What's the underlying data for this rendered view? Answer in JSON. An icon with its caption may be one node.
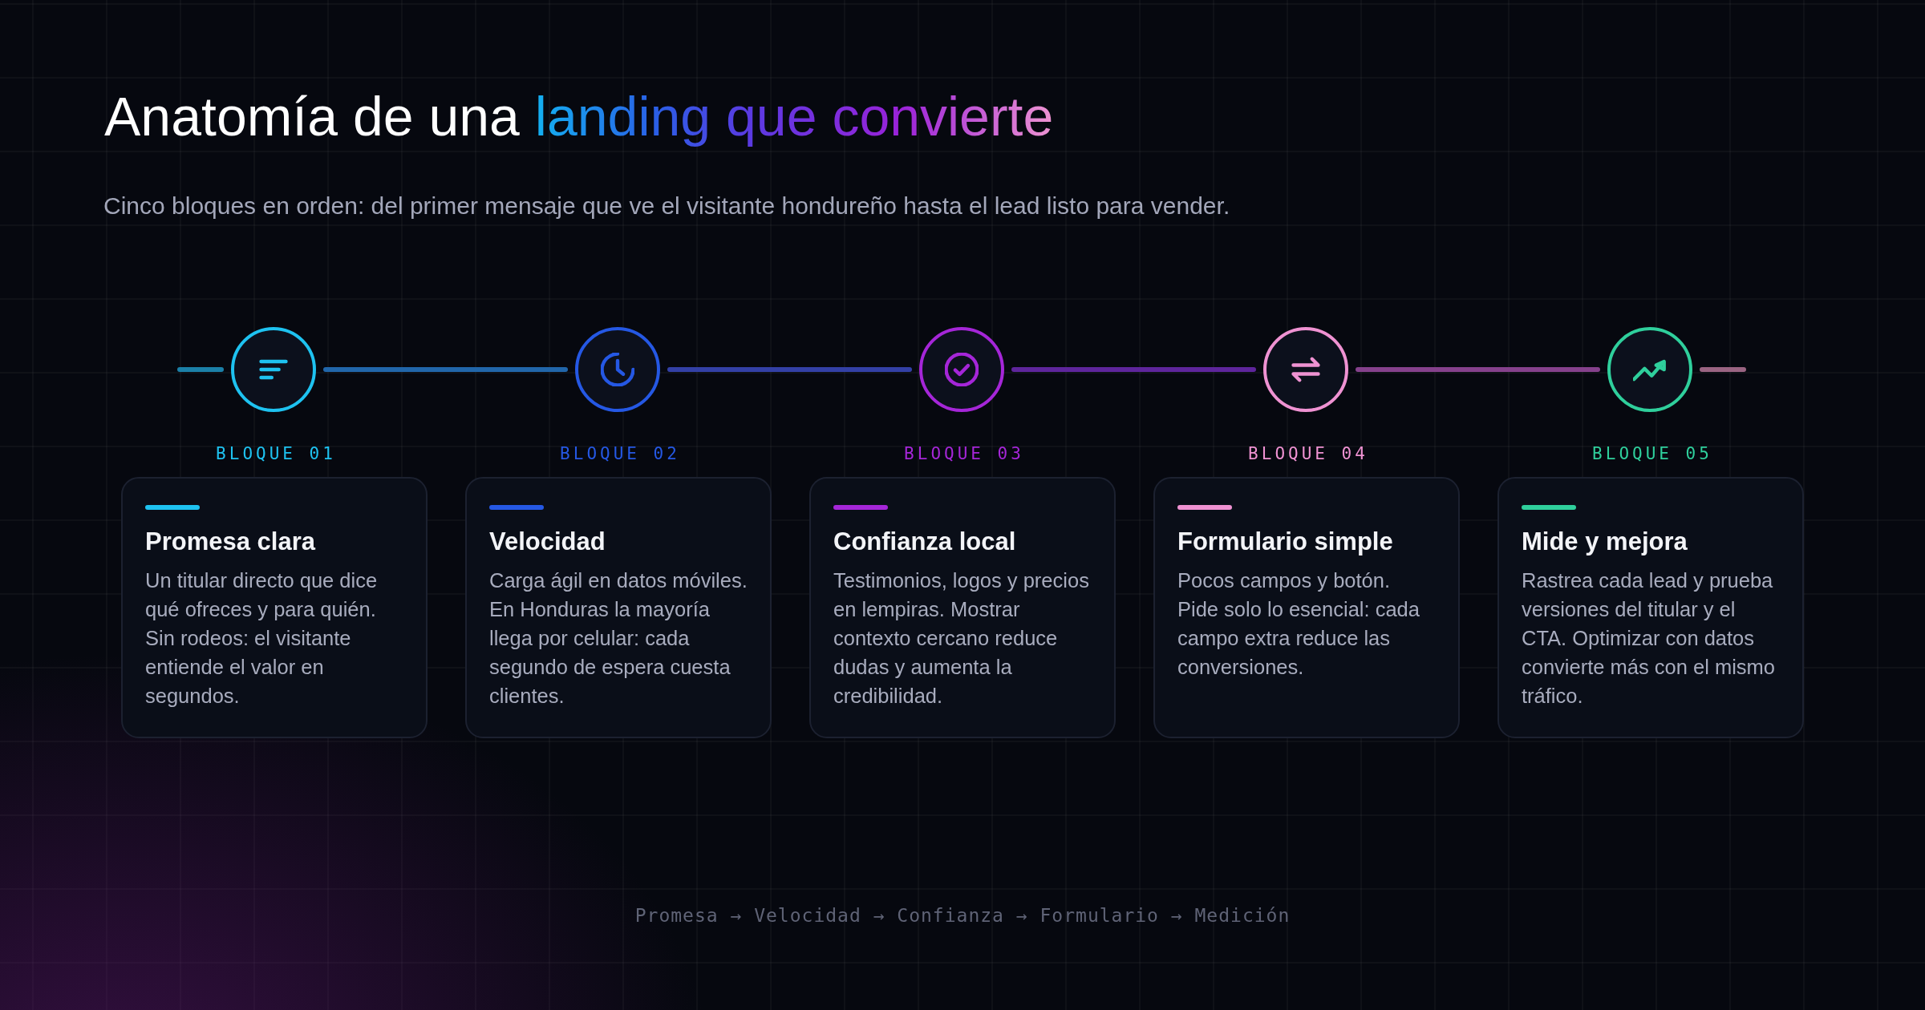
{
  "diagram": {
    "title": "Anatomía de una landing que convierte",
    "nodes": [
      {
        "text": [],
        "shape": "circle"
      },
      {
        "text": [],
        "shape": "circle"
      },
      {
        "text": [],
        "shape": "circle"
      },
      {
        "text": [],
        "shape": "circle"
      },
      {
        "text": [],
        "shape": "circle"
      },
      {
        "text": [
          "Promesa clara",
          "Un titular directo que dice qué ofreces y para quién. Sin rodeos: el visitante entiende el valor en segundos."
        ],
        "beside": [
          "BLOQUE 01"
        ]
      },
      {
        "text": [
          "Velocidad",
          "Carga ágil en datos móviles. En Honduras la mayoría llega por celular: cada segundo de espera cuesta clientes."
        ],
        "beside": [
          "BLOQUE 02"
        ]
      },
      {
        "text": [
          "Confianza local",
          "Testimonios, logos y precios en lempiras. Mostrar contexto cercano reduce dudas y aumenta la credibilidad."
        ],
        "beside": [
          "BLOQUE 03"
        ]
      },
      {
        "text": [
          "Formulario simple",
          "Pocos campos y botón. Pide solo lo esencial: cada campo extra reduce las conversiones."
        ],
        "beside": [
          "BLOQUE 04"
        ]
      },
      {
        "text": [
          "Mide y mejora",
          "Rastrea cada lead y prueba versiones del titular y el CTA. Optimizar con datos convierte más con el mismo tráfico."
        ],
        "beside": [
          "BLOQUE 05"
        ]
      }
    ],
    "edges": [
      {
        "from": null,
        "to": 0,
        "arrow": "none",
        "color": "#1b80a8"
      },
      {
        "from": 0,
        "to": 1,
        "arrow": "none",
        "color": "#2166aa"
      },
      {
        "from": 1,
        "to": 2,
        "arrow": "none",
        "color": "#3340a6"
      },
      {
        "from": 2,
        "to": 3,
        "arrow": "none",
        "color": "#5e259c"
      },
      {
        "from": 3,
        "to": 4,
        "arrow": "none",
        "color": "#85418c"
      },
      {
        "from": 4,
        "to": null,
        "arrow": "none",
        "color": "#9a6482"
      }
    ],
    "labels": [
      "Cinco bloques en orden: del primer mensaje que ve el visitante hondureño hasta el lead listo para vender.",
      "Promesa → Velocidad → Confianza → Formulario → Medición"
    ]
  }
}
